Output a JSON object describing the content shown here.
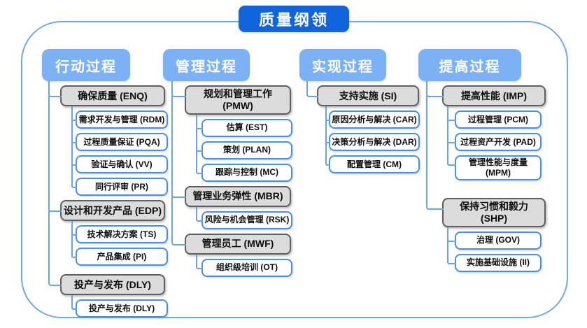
{
  "title": "质量纲领",
  "colors": {
    "title_bg": "#1064dc",
    "header_bg": "#7db1f5",
    "group_bg": "#dcdcdc",
    "group_border": "#5f5f5f",
    "leaf_border": "#4a8df0",
    "connector_line": "#66a3f2",
    "frame_border": "#6fa8f0"
  },
  "columns": [
    {
      "header": "行动过程",
      "groups": [
        {
          "label": "确保质量 (ENQ)",
          "children": [
            "需求开发与管理 (RDM)",
            "过程质量保证 (PQA)",
            "验证与确认 (VV)",
            "同行评审 (PR)"
          ]
        },
        {
          "label": "设计和开发产品 (EDP)",
          "children": [
            "技术解决方案 (TS)",
            "产品集成 (PI)"
          ]
        },
        {
          "label": "投产与发布 (DLY)",
          "children": [
            "投产与发布 (DLY)"
          ]
        }
      ]
    },
    {
      "header": "管理过程",
      "groups": [
        {
          "label": "规划和管理工作 (PMW)",
          "children": [
            "估算 (EST)",
            "策划 (PLAN)",
            "跟踪与控制 (MC)"
          ]
        },
        {
          "label": "管理业务弹性 (MBR)",
          "children": [
            "风险与机会管理 (RSK)"
          ]
        },
        {
          "label": "管理员工 (MWF)",
          "children": [
            "组织级培训 (OT)"
          ]
        }
      ]
    },
    {
      "header": "实现过程",
      "groups": [
        {
          "label": "支持实施 (SI)",
          "children": [
            "原因分析与解决 (CAR)",
            "决策分析与解决 (DAR)",
            "配置管理 (CM)"
          ]
        }
      ]
    },
    {
      "header": "提高过程",
      "groups": [
        {
          "label": "提高性能 (IMP)",
          "children": [
            "过程管理 (PCM)",
            "过程资产开发 (PAD)",
            "管理性能与度量 (MPM)"
          ]
        },
        {
          "label": "保持习惯和毅力 (SHP)",
          "children": [
            "治理 (GOV)",
            "实施基础设施 (II)"
          ]
        }
      ]
    }
  ]
}
